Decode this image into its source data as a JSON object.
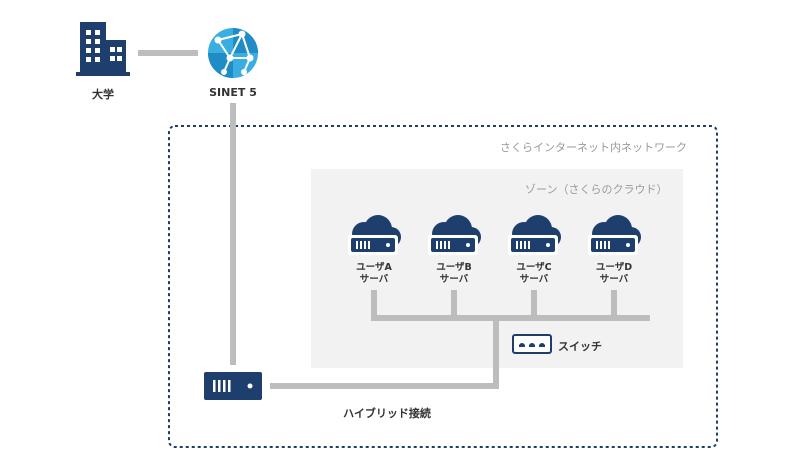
{
  "colors": {
    "navy": "#1e3f6d",
    "globe_light": "#3aaee0",
    "globe_dark": "#1f8cc6",
    "line": "#bdbdbd",
    "zone_bg": "#f2f2f2",
    "dashed": "#1e3f6d"
  },
  "nodes": {
    "university": {
      "label": "大学",
      "icon": "building-icon"
    },
    "sinet": {
      "label": "SINET 5",
      "icon": "globe-network-icon"
    },
    "switch": {
      "label": "スイッチ",
      "icon": "switch-icon"
    },
    "hybrid": {
      "label": "ハイブリッド接続",
      "icon": "router-icon"
    }
  },
  "regions": {
    "network": {
      "label": "さくらインターネット内ネットワーク"
    },
    "zone": {
      "label": "ゾーン（さくらのクラウド）"
    }
  },
  "servers": [
    {
      "line1": "ユーザA",
      "line2": "サーバ"
    },
    {
      "line1": "ユーザB",
      "line2": "サーバ"
    },
    {
      "line1": "ユーザC",
      "line2": "サーバ"
    },
    {
      "line1": "ユーザD",
      "line2": "サーバ"
    }
  ]
}
